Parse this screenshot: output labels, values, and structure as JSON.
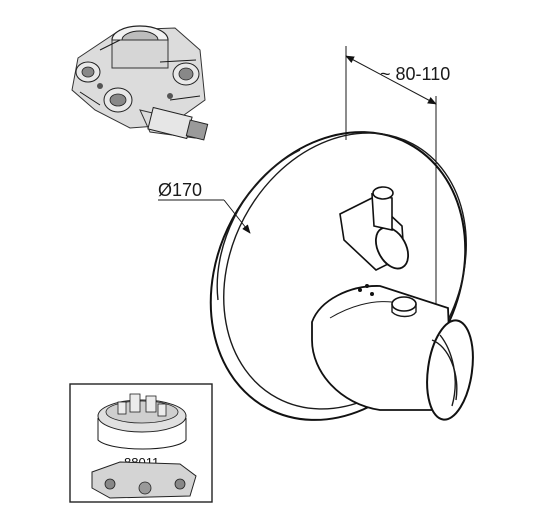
{
  "dimensions": {
    "diameter": "Ø170",
    "projection": "~ 80-110"
  },
  "inset": {
    "part_number": "88011"
  }
}
